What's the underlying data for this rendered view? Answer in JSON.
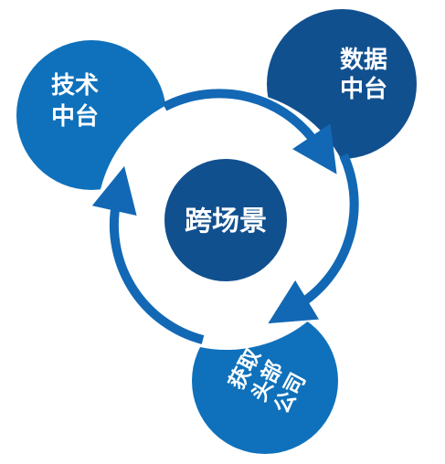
{
  "diagram": {
    "center": {
      "label": "跨场景"
    },
    "nodes": [
      {
        "id": "tech",
        "lines": [
          "技术",
          "中台"
        ]
      },
      {
        "id": "data",
        "lines": [
          "数据",
          "中台"
        ]
      },
      {
        "id": "acquire",
        "lines": [
          "获取",
          "头部",
          "公司"
        ]
      }
    ]
  },
  "colors": {
    "primary": "#0f71bb",
    "dark": "#11508f",
    "ring": "#1268b4",
    "background": "#ffffff"
  }
}
